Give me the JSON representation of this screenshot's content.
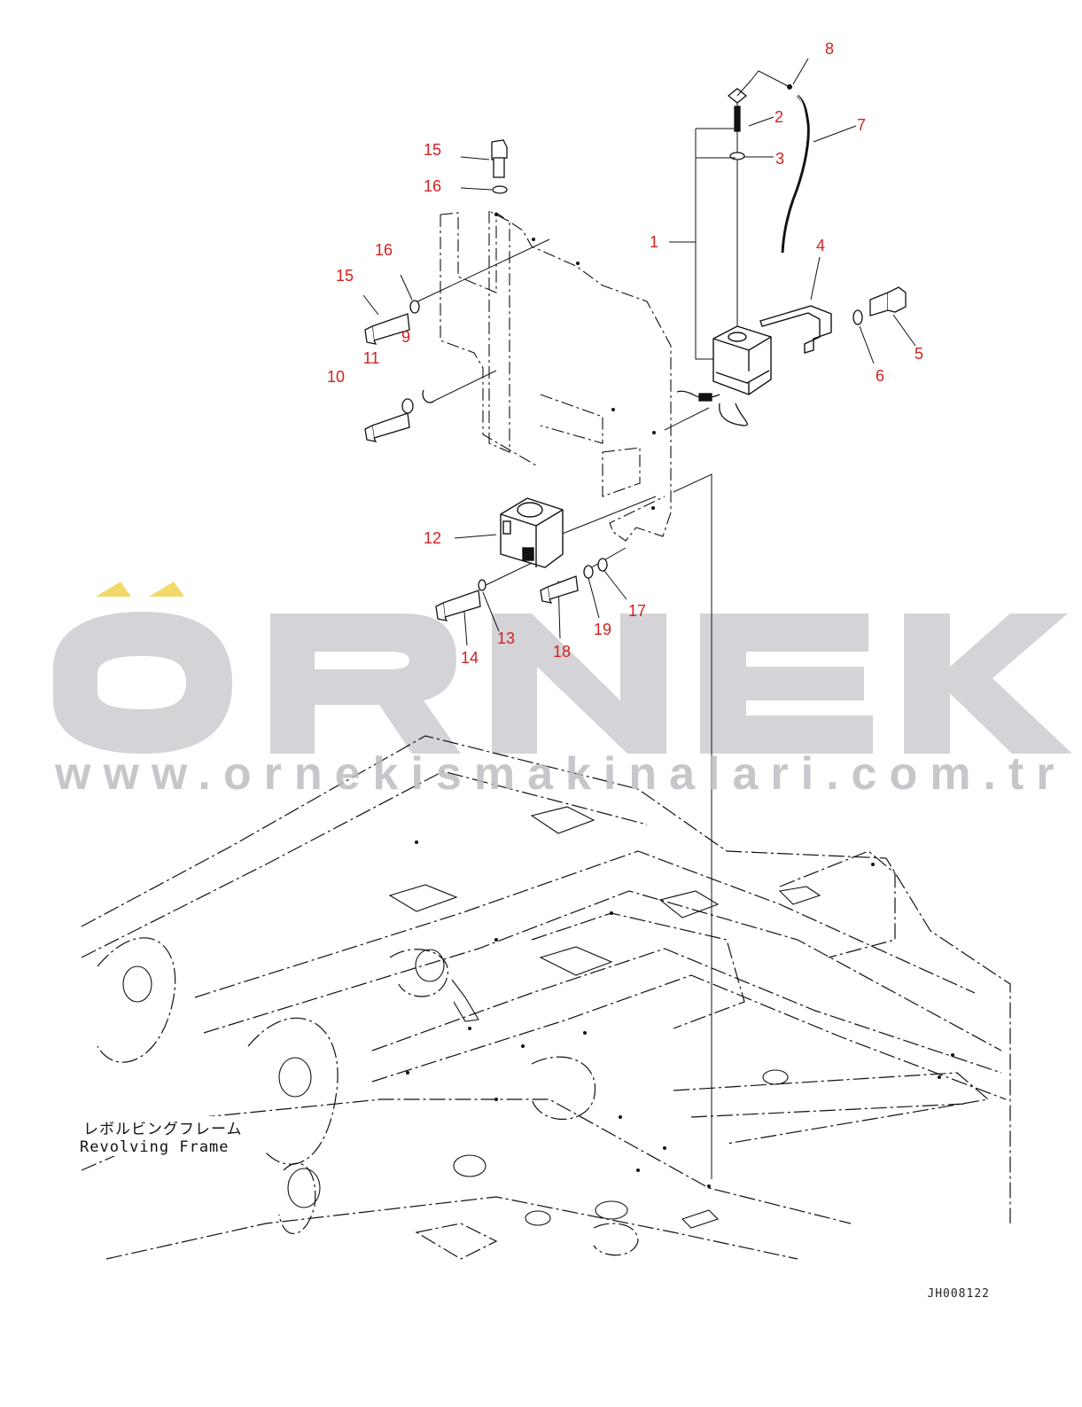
{
  "callouts": {
    "c1": "1",
    "c2": "2",
    "c3": "3",
    "c4": "4",
    "c5": "5",
    "c6": "6",
    "c7": "7",
    "c8": "8",
    "c9": "9",
    "c10": "10",
    "c11": "11",
    "c12": "12",
    "c13": "13",
    "c14": "14",
    "c15a": "15",
    "c15b": "15",
    "c16a": "16",
    "c16b": "16",
    "c17": "17",
    "c18": "18",
    "c19": "19"
  },
  "frame_label": {
    "japanese": "レボルビングフレーム",
    "english": "Revolving Frame"
  },
  "drawing_code": "JH008122",
  "watermark": {
    "logo": "ÖRNEK",
    "url": "www.ornekismakinalari.com.tr"
  },
  "colors": {
    "callout": "#d42020",
    "watermark_logo": "#cfcfd4",
    "watermark_accent": "#f0d65a",
    "line": "#111111"
  },
  "icons": [
    "washer-tank-icon",
    "bracket-icon",
    "hose-icon",
    "bolt-icon",
    "washer-icon",
    "pump-motor-icon",
    "mounting-plate-icon",
    "revolving-frame-icon"
  ]
}
